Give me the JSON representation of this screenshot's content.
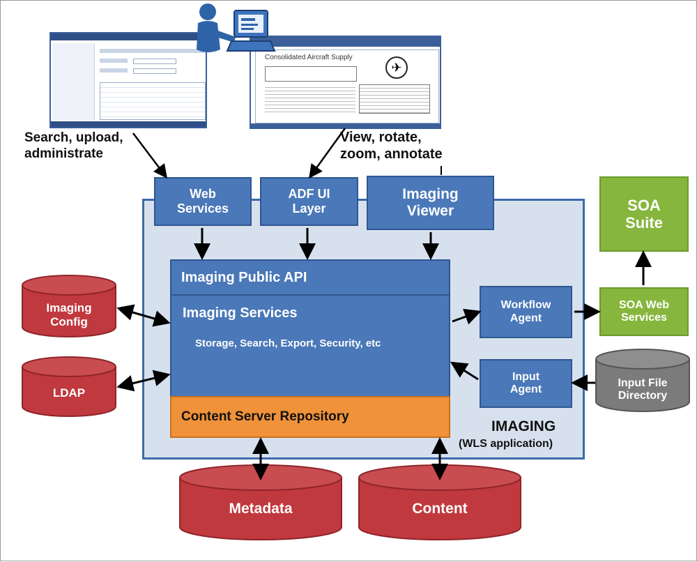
{
  "screens": {
    "left_caption": "Search, upload,\nadministrate",
    "right_caption": "View, rotate,\nzoom, annotate",
    "viewer_doc_title": "Consolidated Aircraft Supply"
  },
  "interfaces": {
    "web_services": "Web\nServices",
    "adf_ui_layer": "ADF UI\nLayer",
    "imaging_viewer": "Imaging\nViewer"
  },
  "core": {
    "public_api": "Imaging Public API",
    "services_title": "Imaging Services",
    "services_subtitle": "Storage, Search, Export, Security, etc",
    "repository": "Content Server Repository"
  },
  "container": {
    "title": "IMAGING",
    "subtitle": "(WLS application)"
  },
  "agents": {
    "workflow": "Workflow\nAgent",
    "input": "Input\nAgent"
  },
  "soa": {
    "suite": "SOA\nSuite",
    "web_services": "SOA Web\nServices"
  },
  "stores": {
    "imaging_config": "Imaging\nConfig",
    "ldap": "LDAP",
    "metadata": "Metadata",
    "content": "Content",
    "input_dir": "Input File\nDirectory"
  },
  "colors": {
    "blue": "#4a78b8",
    "container": "#d7e1ee",
    "green": "#86b63d",
    "orange": "#f0923a",
    "red_db": "#c0393e",
    "grey_db": "#7b7b7b"
  }
}
